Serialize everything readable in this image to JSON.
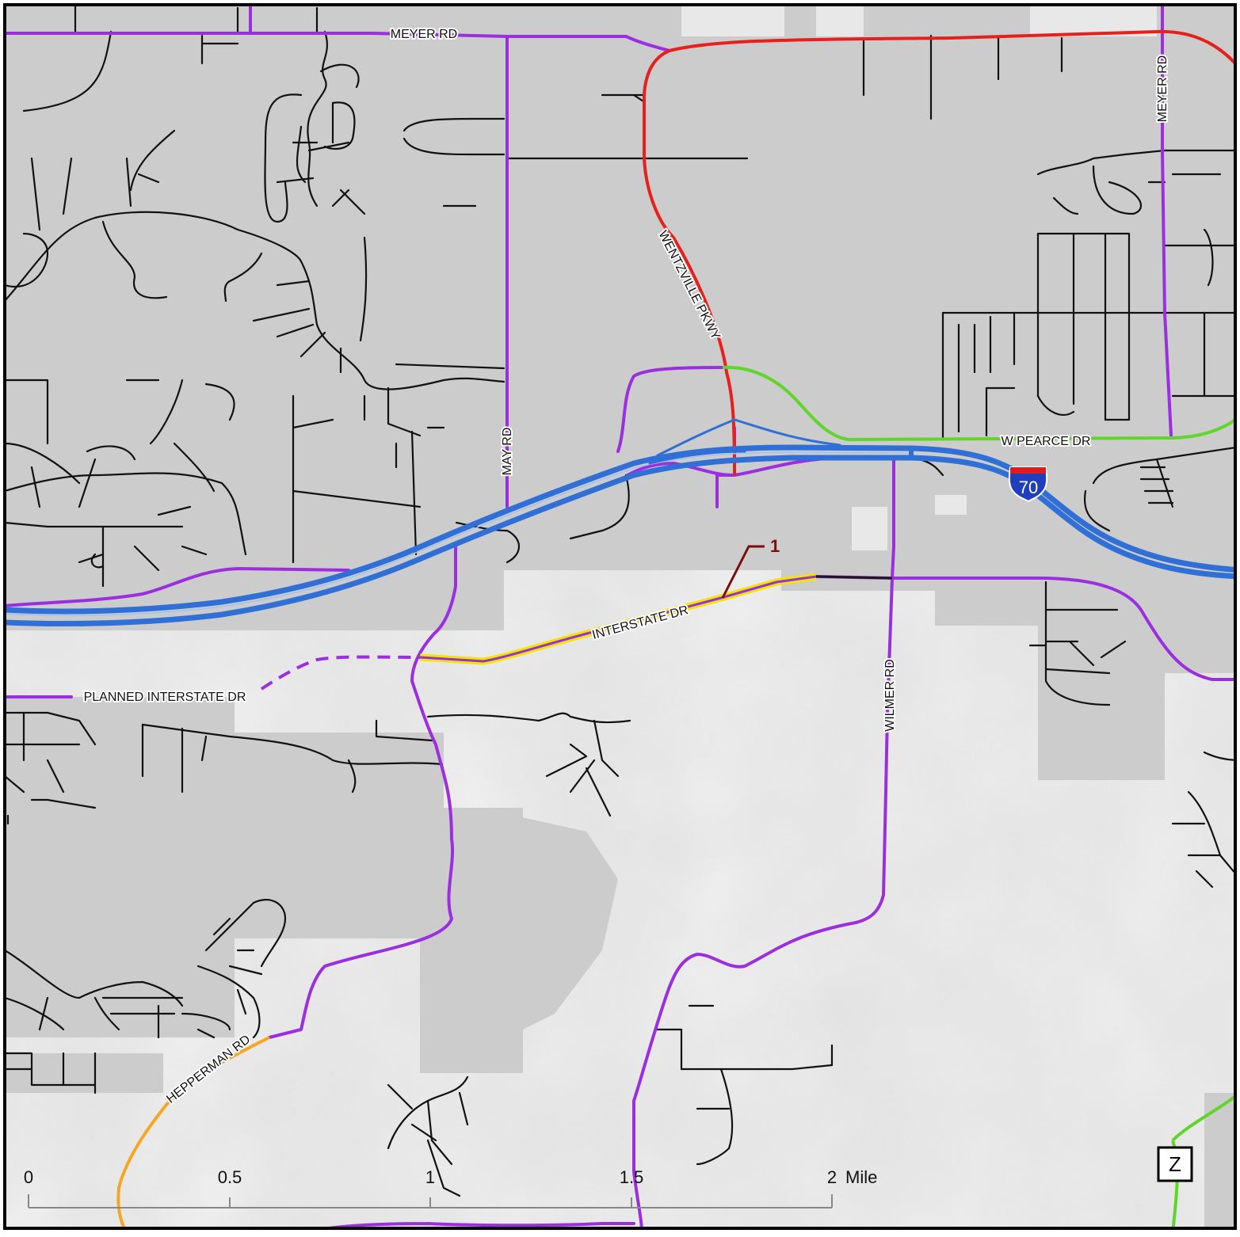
{
  "road_labels": {
    "meyer_rd_north": "MEYER RD",
    "meyer_rd_east": "MEYER RD",
    "wentzville_pkwy": "WENTZVILLE PKWY",
    "may_rd": "MAY RD",
    "w_pearce_dr": "W PEARCE DR",
    "interstate_dr": "INTERSTATE DR",
    "planned_interstate_dr": "PLANNED INTERSTATE DR",
    "wilmer_rd": "WILMER RD",
    "hepperman_rd": "HEPPERMAN RD"
  },
  "interstate_shield": "70",
  "project_marker": "1",
  "map_panel_letter": "Z",
  "scale_bar": {
    "ticks": [
      "0",
      "0.5",
      "1",
      "1.5",
      "2"
    ],
    "unit": "Mile"
  },
  "colors": {
    "interstate": "#2f6fd6",
    "arterial_purple": "#9b2fe0",
    "wentzville_red": "#e8201c",
    "pearce_green": "#5fd62a",
    "hepperman_orange": "#f5a623",
    "project_highlight": "#f2e600",
    "project_marker": "#7a0e0e",
    "local_road": "#111111",
    "developed_area": "#cccccc"
  }
}
